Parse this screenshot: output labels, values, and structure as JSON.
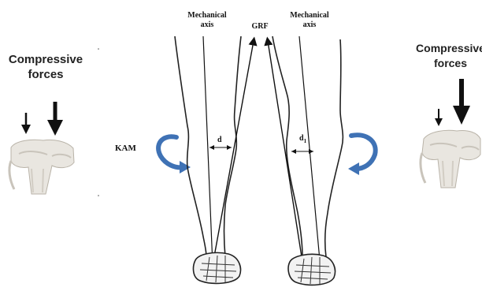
{
  "figure": {
    "left_panel": {
      "title_line1": "Compressive",
      "title_line2": "forces",
      "annotation": "KAM"
    },
    "center_left": {
      "axis_line1": "Mechanical",
      "axis_line2": "axis",
      "distance_label": "d"
    },
    "center": {
      "grf_label": "GRF"
    },
    "center_right": {
      "axis_line1": "Mechanical",
      "axis_line2": "axis",
      "distance_label_base": "d",
      "distance_label_sub": "1"
    },
    "right_panel": {
      "title_line1": "Compressive",
      "title_line2": "forces"
    }
  },
  "colors": {
    "ink": "#111111",
    "kam_arrow": "#3f72b5",
    "bone_fill": "#e9e6e0",
    "bone_shade": "#c9c4bb"
  },
  "icons": [
    "curved-moment-arrow-icon",
    "knee-joint-icon",
    "foot-skeleton-icon",
    "down-arrow-icon"
  ]
}
